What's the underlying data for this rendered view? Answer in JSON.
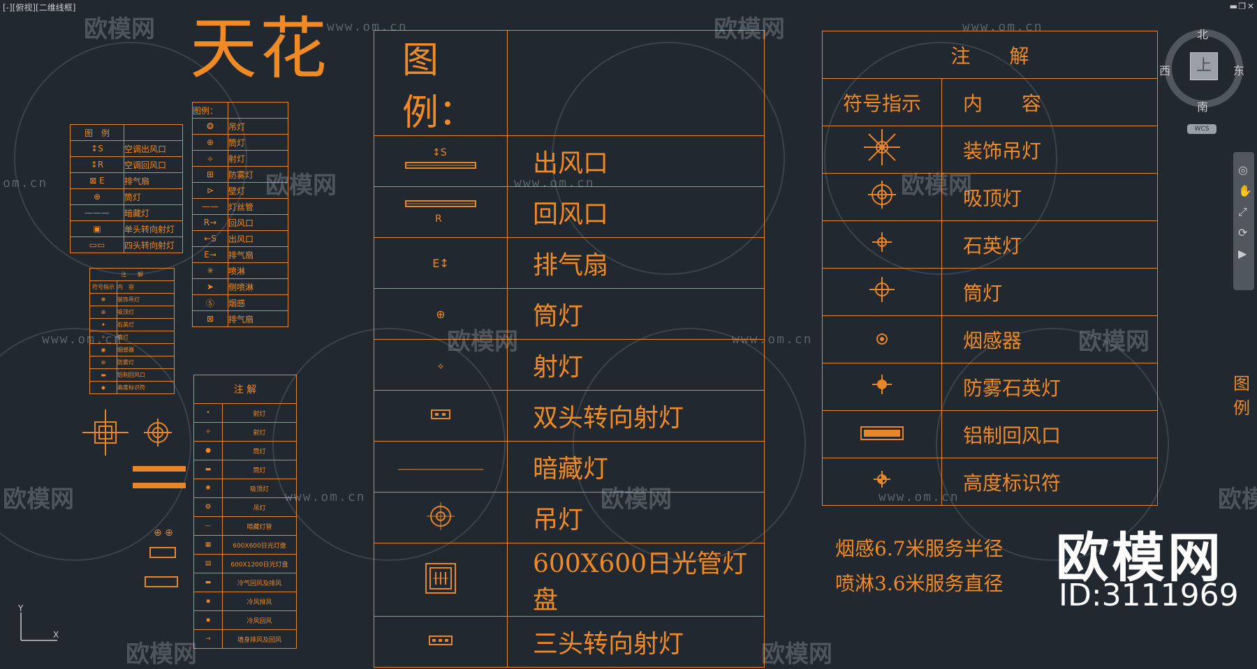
{
  "viewport_label": "[-][俯视][二维线框]",
  "title": "天花",
  "big_legend": {
    "header": "图例：",
    "rows": [
      {
        "symbol": "supply-vent-icon",
        "label": "出风口"
      },
      {
        "symbol": "return-vent-icon",
        "label": "回风口"
      },
      {
        "symbol": "exhaust-fan-icon",
        "label": "排气扇"
      },
      {
        "symbol": "downlight-icon",
        "label": "筒灯"
      },
      {
        "symbol": "spotlight-icon",
        "label": "射灯"
      },
      {
        "symbol": "double-spot-icon",
        "label": "双头转向射灯"
      },
      {
        "symbol": "hidden-light-icon",
        "label": "暗藏灯"
      },
      {
        "symbol": "pendant-icon",
        "label": "吊灯"
      },
      {
        "symbol": "grid-panel-icon",
        "label": "600X600日光管灯盘"
      },
      {
        "symbol": "triple-spot-icon",
        "label": "三头转向射灯"
      }
    ]
  },
  "notes_table": {
    "header": "注　　解",
    "col1": "符号指示",
    "col2": "内　　容",
    "rows": [
      {
        "symbol": "decorative-chandelier-icon",
        "label": "装饰吊灯"
      },
      {
        "symbol": "ceiling-light-icon",
        "label": "吸顶灯"
      },
      {
        "symbol": "quartz-light-icon",
        "label": "石英灯"
      },
      {
        "symbol": "downlight-icon",
        "label": "筒灯"
      },
      {
        "symbol": "smoke-detector-icon",
        "label": "烟感器"
      },
      {
        "symbol": "fogproof-quartz-icon",
        "label": "防雾石英灯"
      },
      {
        "symbol": "aluminum-return-vent-icon",
        "label": "铝制回风口"
      },
      {
        "symbol": "level-marker-icon",
        "label": "高度标识符"
      }
    ]
  },
  "side_notes": [
    "烟感6.7米服务半径",
    "喷淋3.6米服务直径"
  ],
  "small_legend_1": {
    "header": "图　例",
    "rows": [
      "空调出风口",
      "空调回风口",
      "排气扇",
      "筒灯",
      "暗藏灯",
      "单头转向射灯",
      "四头转向射灯"
    ]
  },
  "small_legend_2": {
    "header": "图例：",
    "rows": [
      "吊灯",
      "筒灯",
      "射灯",
      "防雾灯",
      "壁灯",
      "灯丝管",
      "回风口",
      "出风口",
      "排气扇",
      "喷淋",
      "侧喷淋",
      "烟感",
      "排气扇"
    ]
  },
  "tiny_notes": {
    "header": "注　　解",
    "col1": "符号指示",
    "col2": "内　容",
    "rows": [
      "装饰吊灯",
      "吸顶灯",
      "石英灯",
      "筒灯",
      "烟感器",
      "防雾灯",
      "铝制回风口",
      "高度标识符"
    ]
  },
  "notes_small": {
    "header": "注 解",
    "rows": [
      "射灯",
      "射灯",
      "筒灯",
      "筒灯",
      "吸顶灯",
      "吊灯",
      "暗藏灯管",
      "600X600日光灯盘",
      "600X1200日光灯盘",
      "冷气回风及排风",
      "冷风排风",
      "冷风回风",
      "墙身排风及回风"
    ]
  },
  "compass": {
    "n": "北",
    "s": "南",
    "e": "东",
    "w": "西",
    "center": "上",
    "wcs": "WCS"
  },
  "watermark": {
    "text": "欧模网",
    "url": "www.om.cn",
    "url_short": "om.cn"
  },
  "brand": {
    "name": "欧模网",
    "id": "ID:3111969"
  },
  "edge_text": "图例",
  "colors": {
    "background": "#212830",
    "line": "#e8862a",
    "text": "#f08a24"
  }
}
